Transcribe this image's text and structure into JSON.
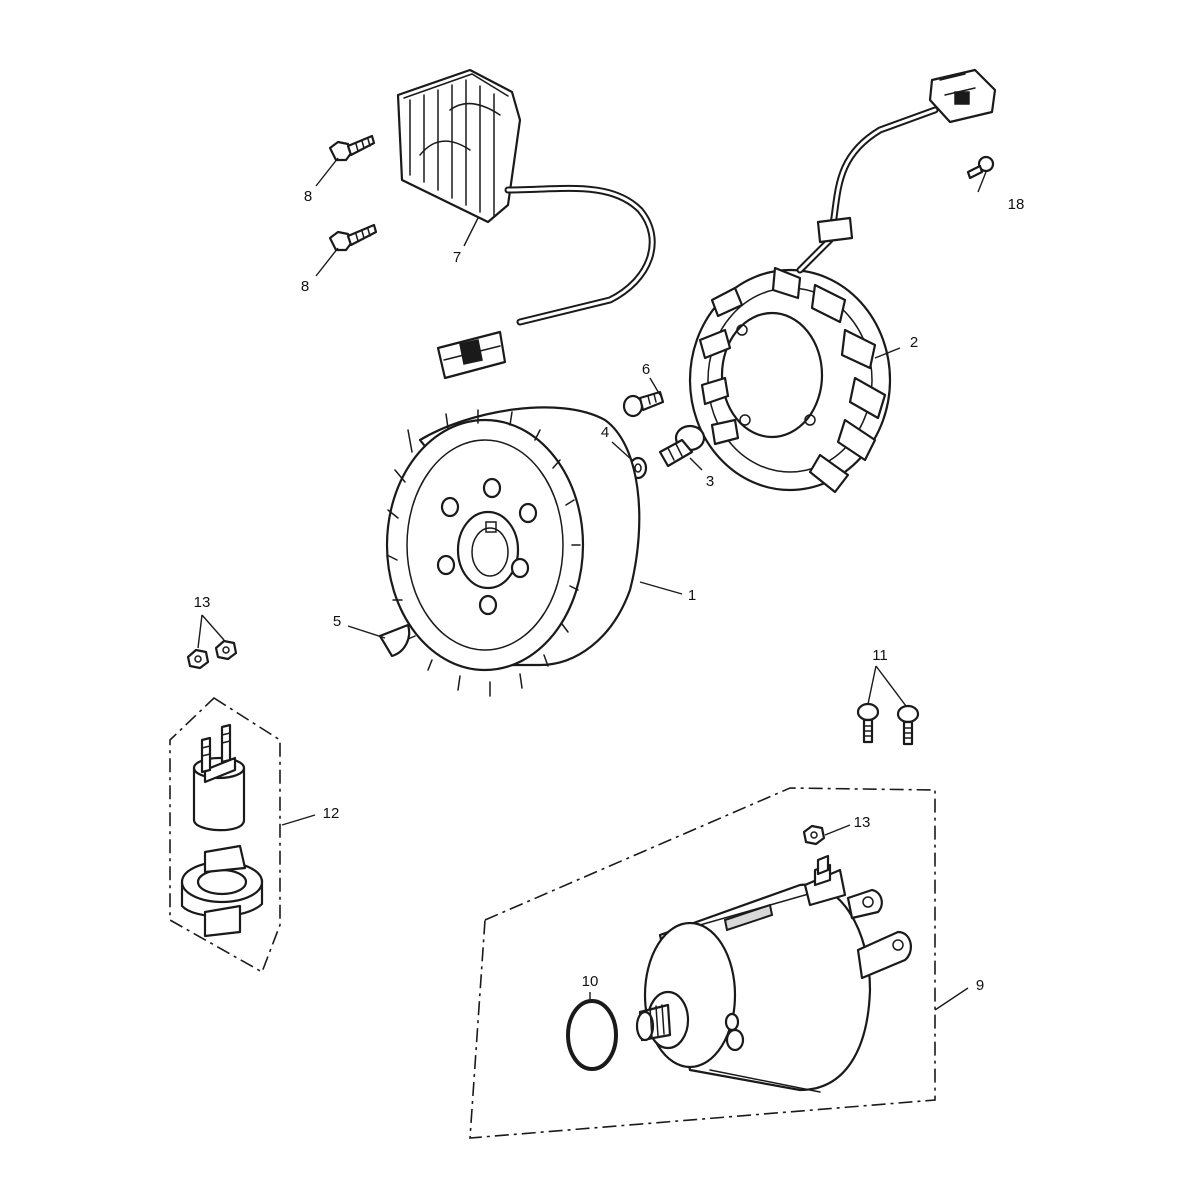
{
  "callouts": {
    "c1": "1",
    "c2": "2",
    "c3": "3",
    "c4": "4",
    "c5": "5",
    "c6": "6",
    "c7": "7",
    "c8a": "8",
    "c8b": "8",
    "c9": "9",
    "c10": "10",
    "c11": "11",
    "c12": "12",
    "c13a": "13",
    "c13b": "13",
    "c18": "18"
  },
  "colors": {
    "line": "#1a1a1a",
    "background": "#ffffff"
  }
}
